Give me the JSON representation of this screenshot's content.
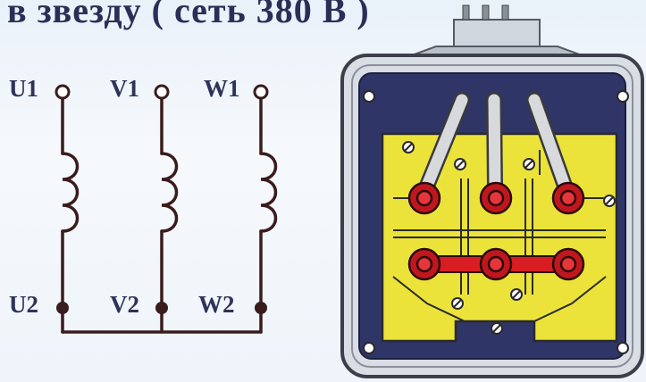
{
  "title": "в звезду ( сеть 380 В )",
  "terminals": {
    "u1": "U1",
    "v1": "V1",
    "w1": "W1",
    "u2": "U2",
    "v2": "V2",
    "w2": "W2"
  },
  "colors": {
    "text": "#2b2f57",
    "wire": "#3a1c1c",
    "box_body": "#d9dde4",
    "box_frame": "#3c3f49",
    "box_inner": "#2f3566",
    "board": "#ebe33a",
    "terminal_nut": "#c0171f",
    "bridge": "#d81e23"
  }
}
